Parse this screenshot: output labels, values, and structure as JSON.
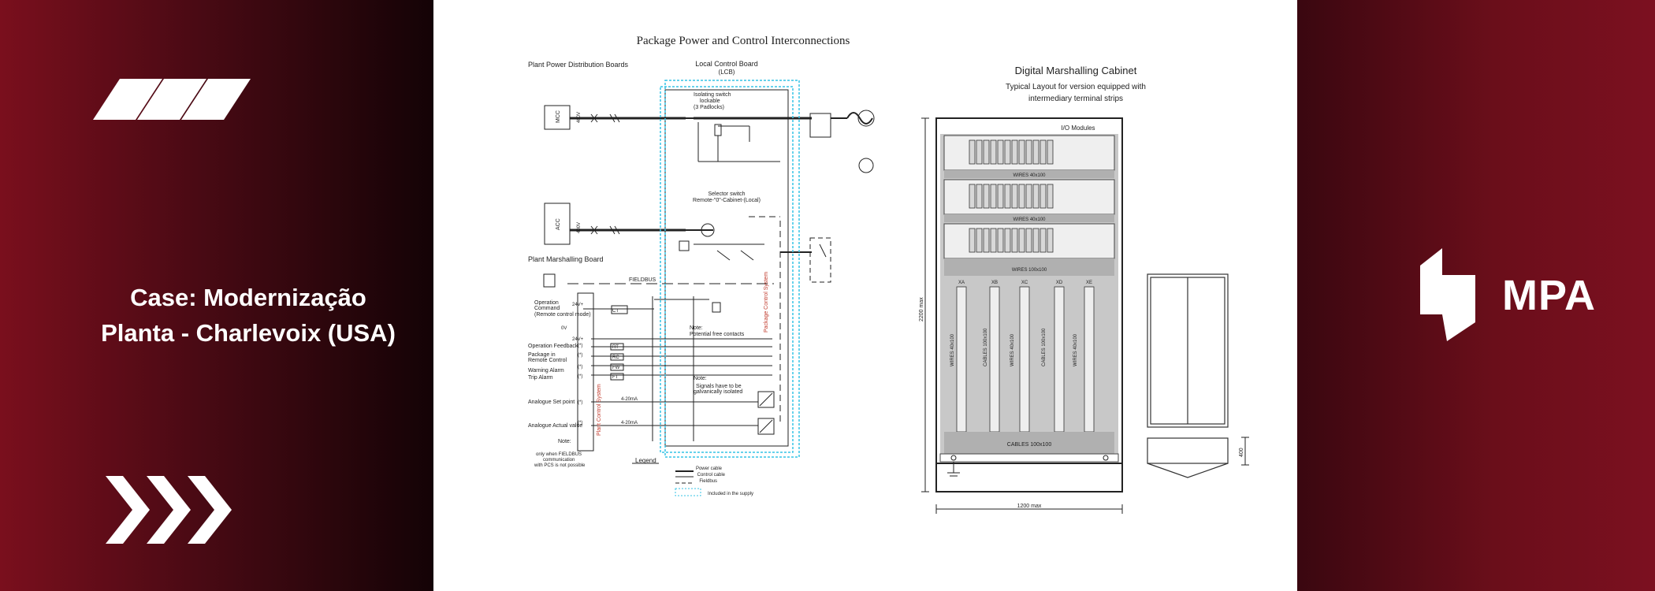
{
  "slide": {
    "title_line1": "Case: Modernização",
    "title_line2": "Planta - Charlevoix (USA)",
    "logo_text": "MPA",
    "colors": {
      "accent_red": "#7a0f1d",
      "dark": "#140306",
      "white": "#ffffff",
      "dashed_blue": "#35c3e6"
    }
  },
  "icons": {
    "top_left": "diagonal-stripes-icon",
    "bottom_left": "triple-chevron-icon",
    "brand": "mpa-logo-icon"
  },
  "interconnection_diagram": {
    "title": "Package Power and Control Interconnections",
    "plant_power_label": "Plant Power Distribution Boards",
    "lcb_label": "Local Control Board",
    "lcb_abbr": "(LCB)",
    "mcc": "MCC",
    "acc": "ACC",
    "v400": "400V",
    "isolating_switch": "Isolating switch",
    "lockable": "lockable",
    "padlocks": "(3 Padlocks)",
    "selector_switch": "Selector switch",
    "selector_modes": "Remote-\"0\"-Cabinet-(Local)",
    "plant_marshalling": "Plant Marshalling Board",
    "fieldbus": "FIELDBUS",
    "operation_command": "Operation",
    "operation_command_2": "Command",
    "remote_mode": "(Remote control mode)",
    "v24": "24V+",
    "v0": "0V",
    "operation_feedback": "Operation Feedback",
    "package_remote": "Package in",
    "package_remote_2": "Remote Control",
    "warning_alarm": "Warning Alarm",
    "trip_alarm": "Trip Alarm",
    "analogue_set": "Analogue Set point",
    "analogue_actual": "Analogue Actual value",
    "star": "(*)",
    "ma": "4-20mA",
    "note": "Note:",
    "potential_free": "Potential free contacts",
    "signals_isolated": "Signals have to be",
    "signals_isolated_2": "galvanically isolated",
    "fieldbus_note_1": "only when FIELDBUS",
    "fieldbus_note_2": "communication",
    "fieldbus_note_3": "with PCS is not possible",
    "package_control_system": "Package Control System",
    "plant_control_system": "Plant Control System",
    "legend_title": "Legend",
    "legend": [
      "Power cable",
      "Control cable",
      "Fieldbus",
      "Included in the supply"
    ],
    "codes": [
      "CT",
      "RT",
      "RC",
      "FW",
      "FT"
    ]
  },
  "marshalling_cabinet": {
    "title": "Digital Marshalling Cabinet",
    "subtitle_1": "Typical Layout for version equipped with",
    "subtitle_2": "intermediary terminal strips",
    "io_modules": "I/O Modules",
    "wires_40": "WIRES 40x100",
    "wires_100": "WIRES 100x100",
    "cables_100": "CABLES 100x100",
    "columns": [
      "XA",
      "XB",
      "XC",
      "XD",
      "XE"
    ],
    "height_dim": "2200 max",
    "width_dim": "1200 max",
    "base_dim": "400"
  }
}
